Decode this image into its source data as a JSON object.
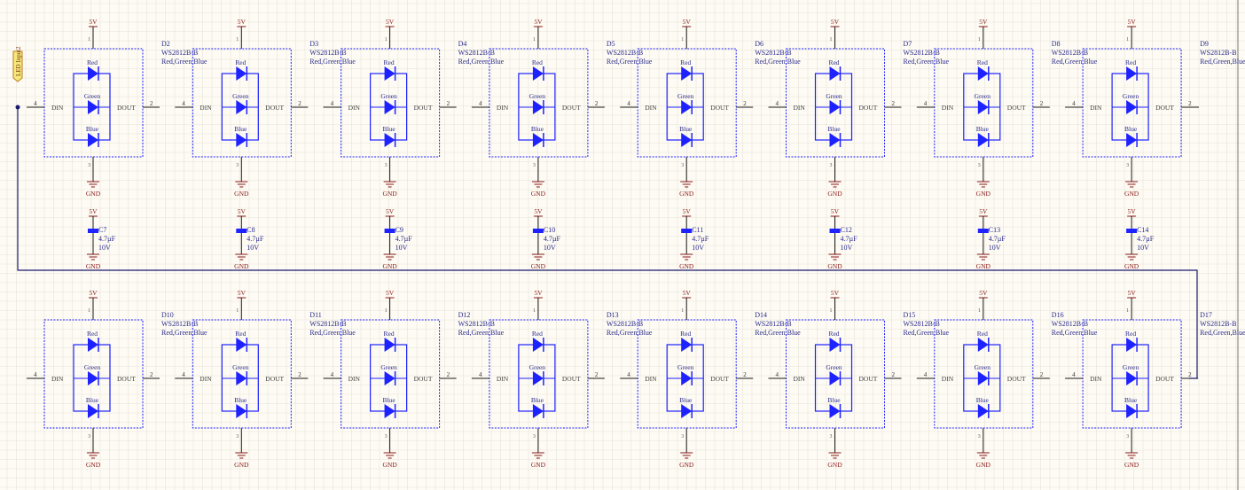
{
  "net_label": "LED Input2",
  "power_label": "5V",
  "ground_label": "GND",
  "pin_labels": {
    "din": "DIN",
    "dout": "DOUT",
    "din_num": "4",
    "dout_num": "2",
    "vdd_num": "1",
    "gnd_num": "3"
  },
  "channels": [
    "Red",
    "Green",
    "Blue"
  ],
  "part_name": "WS2812B-B",
  "part_value": "Red,Green,Blue",
  "top_row_designators": [
    "D2",
    "D3",
    "D4",
    "D5",
    "D6",
    "D7",
    "D8",
    "D9"
  ],
  "bottom_row_designators": [
    "D10",
    "D11",
    "D12",
    "D13",
    "D14",
    "D15",
    "D16",
    "D17"
  ],
  "capacitors": [
    {
      "designator": "C7",
      "value": "4.7µF",
      "voltage": "10V"
    },
    {
      "designator": "C8",
      "value": "4.7µF",
      "voltage": "10V"
    },
    {
      "designator": "C9",
      "value": "4.7µF",
      "voltage": "10V"
    },
    {
      "designator": "C10",
      "value": "4.7µF",
      "voltage": "10V"
    },
    {
      "designator": "C11",
      "value": "4.7µF",
      "voltage": "10V"
    },
    {
      "designator": "C12",
      "value": "4.7µF",
      "voltage": "10V"
    },
    {
      "designator": "C13",
      "value": "4.7µF",
      "voltage": "10V"
    },
    {
      "designator": "C14",
      "value": "4.7µF",
      "voltage": "10V"
    }
  ],
  "colors": {
    "background": "#fdfbf3",
    "grid": "#e6e3da",
    "wire": "#1a1a1a",
    "component": "#1e22ff",
    "power": "#8b1a1a",
    "label": "#2b2b8c",
    "net_label_fill": "#f5e97a",
    "net_label_border": "#c07a20",
    "signal_bus": "#1a1a70"
  }
}
